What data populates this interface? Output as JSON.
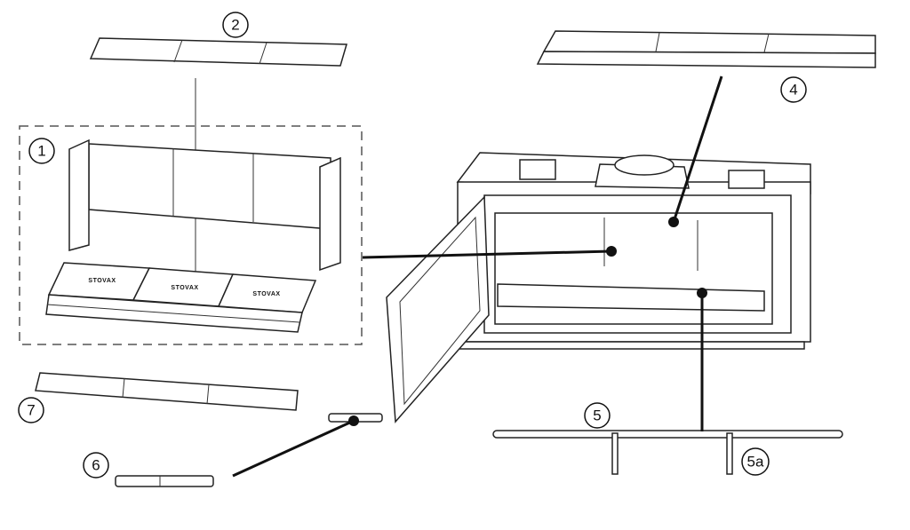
{
  "brand_mark": "STOVAX",
  "callouts": {
    "c1": "1",
    "c2": "2",
    "c4": "4",
    "c5": "5",
    "c5a": "5a",
    "c6": "6",
    "c7": "7"
  }
}
